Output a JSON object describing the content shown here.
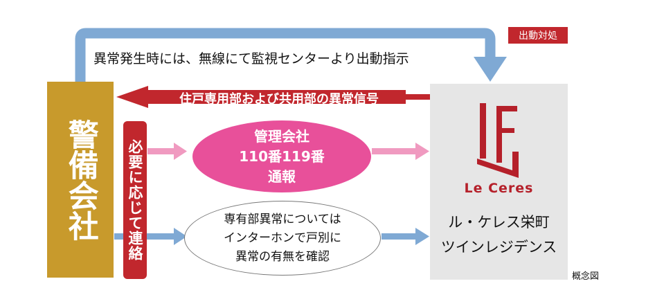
{
  "security_company": {
    "label": "警備会社"
  },
  "contact_badge": {
    "label": "必要に応じて連絡"
  },
  "top_instruction": {
    "text": "異常発生時には、無線にて監視センターより出動指示"
  },
  "dispatch_badge": {
    "label": "出動対処"
  },
  "signal_arrow": {
    "label": "住戸専用部および共用部の異常信号"
  },
  "management_company": {
    "line1": "管理会社",
    "line2": "110番119番",
    "line3": "通報"
  },
  "unit_check": {
    "line1": "専有部異常については",
    "line2": "インターホンで戸別に",
    "line3": "異常の有無を確認"
  },
  "building": {
    "logo_text": "Le Ceres",
    "name_line1": "ル・ケレス栄町",
    "name_line2": "ツインレジデンス"
  },
  "note": {
    "text": "概念図"
  },
  "colors": {
    "gold": "#c89a2c",
    "red": "#c1272d",
    "pink": "#e8509a",
    "pink_arrow": "#f09ac0",
    "blue": "#7fa9d4",
    "gray": "#e6e6e6"
  }
}
